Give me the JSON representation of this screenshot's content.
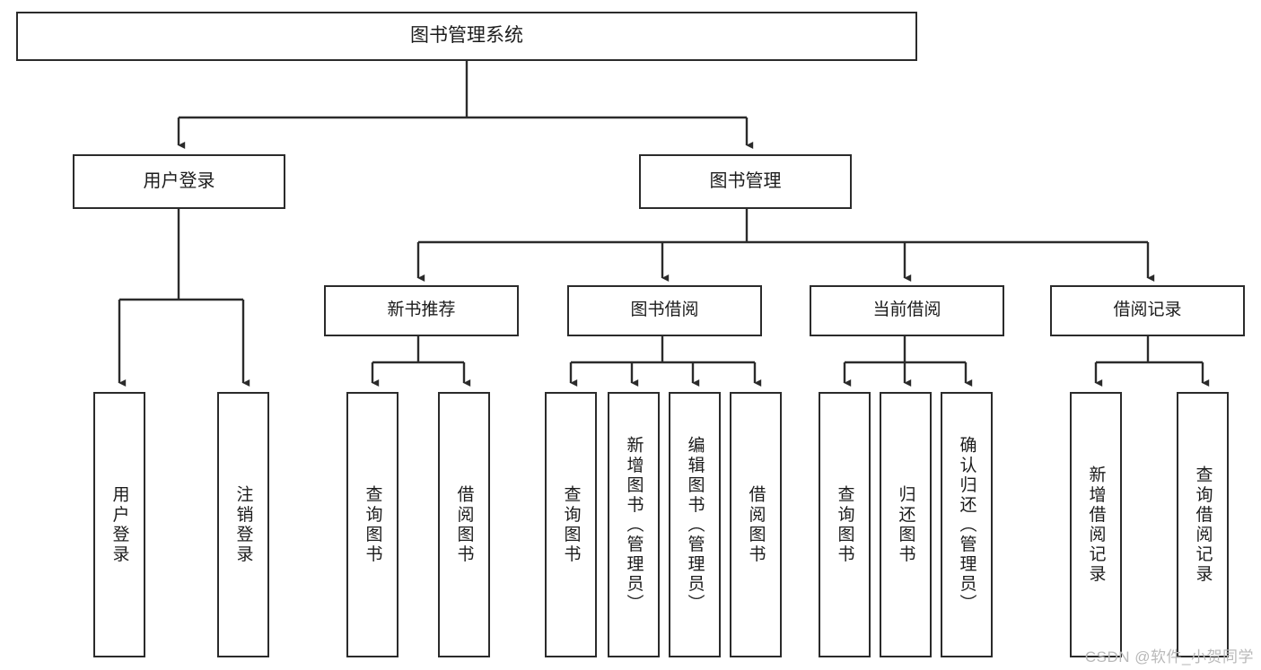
{
  "diagram": {
    "title": "图书管理系统",
    "type": "tree-hierarchy-diagram",
    "colors": {
      "border": "#2b2b2b",
      "background": "#ffffff",
      "text": "#1c1c1c",
      "watermark": "#b9b9b9"
    },
    "nodes": {
      "root": {
        "label": "图书管理系统",
        "level": 0
      },
      "level1": [
        {
          "label": "用户登录",
          "level": 1
        },
        {
          "label": "图书管理",
          "level": 1
        }
      ],
      "level2": [
        {
          "label": "新书推荐",
          "level": 2,
          "parent": "图书管理"
        },
        {
          "label": "图书借阅",
          "level": 2,
          "parent": "图书管理"
        },
        {
          "label": "当前借阅",
          "level": 2,
          "parent": "图书管理"
        },
        {
          "label": "借阅记录",
          "level": 2,
          "parent": "图书管理"
        }
      ],
      "leaves": {
        "user_login": [
          {
            "label": "用户登录"
          },
          {
            "label": "注销登录"
          }
        ],
        "new_book_recommend": [
          {
            "label": "查询图书"
          },
          {
            "label": "借阅图书"
          }
        ],
        "book_borrow": [
          {
            "label": "查询图书"
          },
          {
            "label": "新增图书（管理员）"
          },
          {
            "label": "编辑图书（管理员）"
          },
          {
            "label": "借阅图书"
          }
        ],
        "current_borrow": [
          {
            "label": "查询图书"
          },
          {
            "label": "归还图书"
          },
          {
            "label": "确认归还（管理员）"
          }
        ],
        "borrow_record": [
          {
            "label": "新增借阅记录"
          },
          {
            "label": "查询借阅记录"
          }
        ]
      }
    },
    "watermark": "CSDN @软件_小贺同学"
  }
}
